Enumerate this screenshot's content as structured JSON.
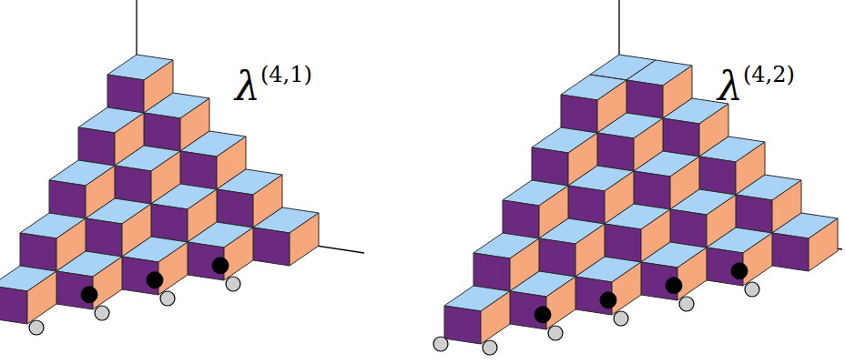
{
  "diagram": {
    "labels": [
      "λ",
      "(4,1)",
      "λ",
      "(4,2)"
    ]
  }
}
